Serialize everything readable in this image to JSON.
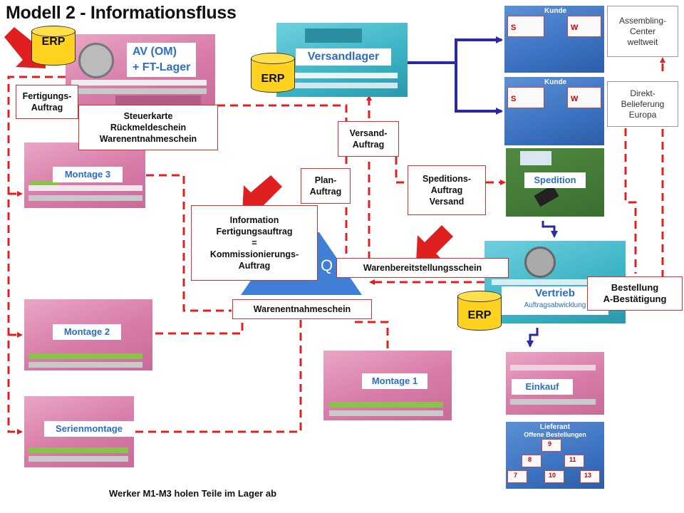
{
  "title": "Modell 2 - Informationsfluss",
  "footer": "Werker M1-M3 holen Teile im Lager ab",
  "colors": {
    "flow_dashed": "#e02020",
    "material_flow": "#2a2aa0",
    "accent_arrow": "#e02020",
    "erp_yellow": "#ffd21f",
    "triangle": "#3f7fd6"
  },
  "erp_label": "ERP",
  "av": {
    "text": "AV (OM)\n+ FT-Lager"
  },
  "versandlager": {
    "label": "Versandlager"
  },
  "vertrieb": {
    "label": "Vertrieb",
    "sub": "Auftragsabwicklung"
  },
  "stations": {
    "montage3": "Montage 3",
    "montage2": "Montage 2",
    "montage1": "Montage 1",
    "serienmontage": "Serienmontage",
    "spedition": "Spedition",
    "einkauf": "Einkauf"
  },
  "documents": {
    "fertigungsauftrag": "Fertigungs-\nAuftrag",
    "steuerkarte": "Steuerkarte\nRückmeldeschein\nWarenentnahmeschein",
    "versandauftrag": "Versand-\nAuftrag",
    "planauftrag": "Plan-\nAuftrag",
    "speditionsauftrag": "Speditions-\nAuftrag\nVersand",
    "information": "Information\nFertigungsauftrag\n=\nKommissionierungs-\nAuftrag",
    "warenbereitstellung": "Warenbereitstellungsschein",
    "warenentnahme": "Warenentnahmeschein",
    "bestellung": "Bestellung\nA-Bestätigung"
  },
  "customers": {
    "assembling": "Assembling-\nCenter\nweltweit",
    "direkt": "Direkt-\nBelieferung\nEuropa",
    "kunde_label": "Kunde",
    "marks": [
      "S",
      "W"
    ]
  },
  "triangle_letter": "Q",
  "lieferant": {
    "title": "Lieferant",
    "subtitle": "Offene Bestellungen",
    "numbers": [
      "9",
      "8",
      "11",
      "7",
      "10",
      "13"
    ]
  }
}
